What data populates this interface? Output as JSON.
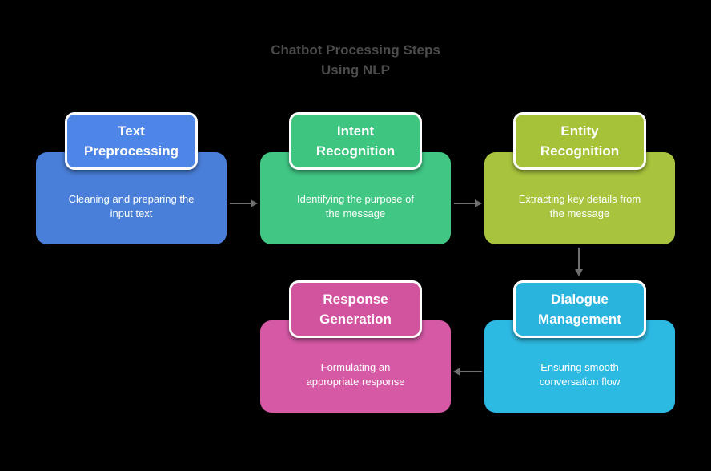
{
  "title": {
    "line1": "Chatbot Processing Steps",
    "line2": "Using NLP",
    "color": "#4b4b4b"
  },
  "colors": {
    "background": "#000000",
    "arrow": "#6f6f6f",
    "header_border": "#ffffff",
    "text": "#ffffff"
  },
  "nodes": [
    {
      "id": "text-preprocessing",
      "title": "Text\nPreprocessing",
      "description": "Cleaning and preparing the\ninput text",
      "header_color": "#4e86e8",
      "body_color": "#4a7fd9"
    },
    {
      "id": "intent-recognition",
      "title": "Intent\nRecognition",
      "description": "Identifying the purpose of\nthe message",
      "header_color": "#3ec57f",
      "body_color": "#41c684"
    },
    {
      "id": "entity-recognition",
      "title": "Entity\nRecognition",
      "description": "Extracting key details from\nthe message",
      "header_color": "#a5c238",
      "body_color": "#a8c43e"
    },
    {
      "id": "dialogue-management",
      "title": "Dialogue\nManagement",
      "description": "Ensuring smooth\nconversation flow",
      "header_color": "#28b4dd",
      "body_color": "#2dbae2"
    },
    {
      "id": "response-generation",
      "title": "Response\nGeneration",
      "description": "Formulating an\nappropriate response",
      "header_color": "#d2539e",
      "body_color": "#d659a6"
    }
  ]
}
